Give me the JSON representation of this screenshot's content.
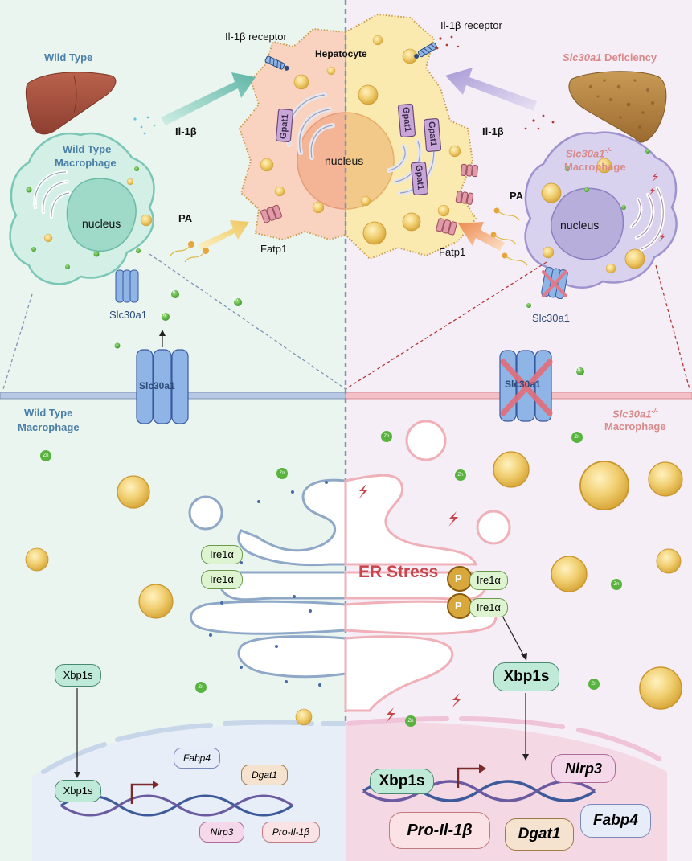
{
  "labels": {
    "wild_type_title": "Wild Type",
    "deficiency_gene": "Slc30a1",
    "deficiency_suffix": " Deficiency",
    "il1b_receptor_left": "Il-1β receptor",
    "il1b_receptor_right": "Il-1β receptor",
    "hepatocyte": "Hepatocyte",
    "il1b_left": "Il-1β",
    "il1b_right": "Il-1β",
    "pa_left": "PA",
    "pa_right": "PA",
    "nucleus_hep": "nucleus",
    "nucleus_wt": "nucleus",
    "nucleus_ko": "nucleus",
    "wt_macrophage_small_1": "Wild Type",
    "wt_macrophage_small_2": "Macrophage",
    "ko_macrophage_small_gene": "Slc30a1",
    "ko_macrophage_small_sup": "-/-",
    "ko_macrophage_small_2": "Macrophage",
    "fatp1_left": "Fatp1",
    "fatp1_right": "Fatp1",
    "slc30a1_left_small": "Slc30a1",
    "slc30a1_right_small": "Slc30a1",
    "slc30a1_left_big": "Slc30a1",
    "slc30a1_right_big": "Slc30a1",
    "wt_macrophage_big_1": "Wild Type",
    "wt_macrophage_big_2": "Macrophage",
    "ko_macrophage_big_gene": "Slc30a1",
    "ko_macrophage_big_sup": "-/-",
    "ko_macrophage_big_2": "Macrophage",
    "zn": "Zn",
    "er_stress": "ER Stress",
    "p": "P",
    "ire1a": "Ire1α",
    "xbp1s": "Xbp1s",
    "fabp4": "Fabp4",
    "dgat1": "Dgat1",
    "nlrp3": "Nlrp3",
    "pro_il1b": "Pro-Il-1β",
    "gpat1": "Gpat1"
  },
  "colors": {
    "wt_bg": "#eaf5ef",
    "ko_bg": "#f6eef6",
    "wt_title": "#4a7fa8",
    "ko_title": "#d98a8a",
    "hepatocyte_wt": "#f9d3bf",
    "hepatocyte_ko": "#fbeab0",
    "macrophage_wt": "#d3efe6",
    "macrophage_ko": "#d8d2ef",
    "lipid": "#f1cf72",
    "zinc": "#58b43e",
    "er_stress": "#c8454c",
    "transporter": "#8fb4e6",
    "golgi_wt": "#90a8c8",
    "golgi_ko": "#f0b0b8"
  }
}
